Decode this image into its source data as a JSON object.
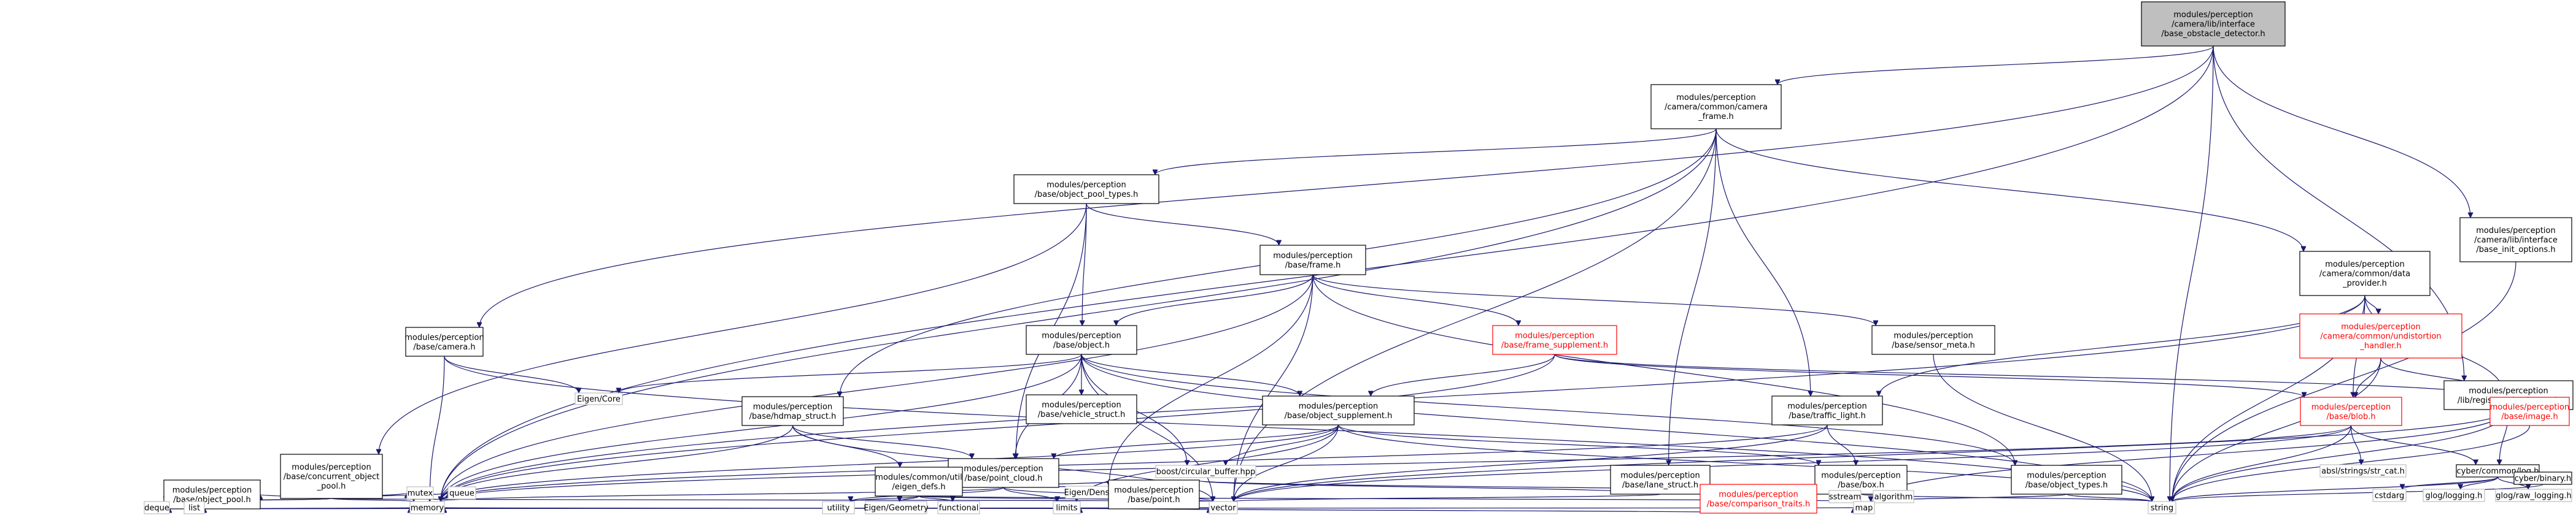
{
  "nodes": [
    {
      "id": "root",
      "lines": [
        "modules/perception",
        "/camera/lib/interface",
        "/base_obstacle_detector.h"
      ],
      "style": "root"
    },
    {
      "id": "camframe",
      "lines": [
        "modules/perception",
        "/camera/common/camera",
        "_frame.h"
      ],
      "style": "normal"
    },
    {
      "id": "initopt",
      "lines": [
        "modules/perception",
        "/camera/lib/interface",
        "/base_init_options.h"
      ],
      "style": "normal"
    },
    {
      "id": "poolt",
      "lines": [
        "modules/perception",
        "/base/object_pool_types.h"
      ],
      "style": "normal"
    },
    {
      "id": "frame",
      "lines": [
        "modules/perception",
        "/base/frame.h"
      ],
      "style": "normal"
    },
    {
      "id": "dataprov",
      "lines": [
        "modules/perception",
        "/camera/common/data",
        "_provider.h"
      ],
      "style": "normal"
    },
    {
      "id": "camera",
      "lines": [
        "modules/perception",
        "/base/camera.h"
      ],
      "style": "normal"
    },
    {
      "id": "object",
      "lines": [
        "modules/perception",
        "/base/object.h"
      ],
      "style": "normal"
    },
    {
      "id": "framesup",
      "lines": [
        "modules/perception",
        "/base/frame_supplement.h"
      ],
      "style": "red"
    },
    {
      "id": "sensormeta",
      "lines": [
        "modules/perception",
        "/base/sensor_meta.h"
      ],
      "style": "normal"
    },
    {
      "id": "undist",
      "lines": [
        "modules/perception",
        "/camera/common/undistortion",
        "_handler.h"
      ],
      "style": "red"
    },
    {
      "id": "registerer",
      "lines": [
        "modules/perception",
        "/lib/registerer/registerer.h"
      ],
      "style": "normal"
    },
    {
      "id": "eigencore",
      "lines": [
        "Eigen/Core"
      ],
      "style": "gray"
    },
    {
      "id": "vehicle",
      "lines": [
        "modules/perception",
        "/base/vehicle_struct.h"
      ],
      "style": "normal"
    },
    {
      "id": "objsup",
      "lines": [
        "modules/perception",
        "/base/object_supplement.h"
      ],
      "style": "normal"
    },
    {
      "id": "hdmap",
      "lines": [
        "modules/perception",
        "/base/hdmap_struct.h"
      ],
      "style": "normal"
    },
    {
      "id": "traffic",
      "lines": [
        "modules/perception",
        "/base/traffic_light.h"
      ],
      "style": "normal"
    },
    {
      "id": "blob",
      "lines": [
        "modules/perception",
        "/base/blob.h"
      ],
      "style": "red"
    },
    {
      "id": "image",
      "lines": [
        "modules/perception",
        "/base/image.h"
      ],
      "style": "red"
    },
    {
      "id": "concpool",
      "lines": [
        "modules/perception",
        "/base/concurrent_object",
        "_pool.h"
      ],
      "style": "normal"
    },
    {
      "id": "pointcloud",
      "lines": [
        "modules/perception",
        "/base/point_cloud.h"
      ],
      "style": "normal"
    },
    {
      "id": "circbuf",
      "lines": [
        "boost/circular_buffer.hpp"
      ],
      "style": "gray"
    },
    {
      "id": "lane",
      "lines": [
        "modules/perception",
        "/base/lane_struct.h"
      ],
      "style": "normal"
    },
    {
      "id": "box",
      "lines": [
        "modules/perception",
        "/base/box.h"
      ],
      "style": "normal"
    },
    {
      "id": "objtypes",
      "lines": [
        "modules/perception",
        "/base/object_types.h"
      ],
      "style": "normal"
    },
    {
      "id": "strcat",
      "lines": [
        "absl/strings/str_cat.h"
      ],
      "style": "gray"
    },
    {
      "id": "log",
      "lines": [
        "cyber/common/log.h"
      ],
      "style": "normal"
    },
    {
      "id": "objpool",
      "lines": [
        "modules/perception",
        "/base/object_pool.h"
      ],
      "style": "normal"
    },
    {
      "id": "mutex",
      "lines": [
        "mutex"
      ],
      "style": "gray"
    },
    {
      "id": "queue",
      "lines": [
        "queue"
      ],
      "style": "gray"
    },
    {
      "id": "eigendefs",
      "lines": [
        "modules/common/util",
        "/eigen_defs.h"
      ],
      "style": "normal"
    },
    {
      "id": "eigendense",
      "lines": [
        "Eigen/Dense"
      ],
      "style": "gray"
    },
    {
      "id": "point",
      "lines": [
        "modules/perception",
        "/base/point.h"
      ],
      "style": "normal"
    },
    {
      "id": "comptraits",
      "lines": [
        "modules/perception",
        "/base/comparison_traits.h"
      ],
      "style": "red"
    },
    {
      "id": "sstream",
      "lines": [
        "sstream"
      ],
      "style": "gray"
    },
    {
      "id": "algorithm",
      "lines": [
        "algorithm"
      ],
      "style": "gray"
    },
    {
      "id": "cstdarg",
      "lines": [
        "cstdarg"
      ],
      "style": "gray"
    },
    {
      "id": "gloglog",
      "lines": [
        "glog/logging.h"
      ],
      "style": "gray"
    },
    {
      "id": "glograw",
      "lines": [
        "glog/raw_logging.h"
      ],
      "style": "gray"
    },
    {
      "id": "binary",
      "lines": [
        "cyber/binary.h"
      ],
      "style": "normal"
    },
    {
      "id": "deque",
      "lines": [
        "deque"
      ],
      "style": "gray"
    },
    {
      "id": "list",
      "lines": [
        "list"
      ],
      "style": "gray"
    },
    {
      "id": "memory",
      "lines": [
        "memory"
      ],
      "style": "gray"
    },
    {
      "id": "utility",
      "lines": [
        "utility"
      ],
      "style": "gray"
    },
    {
      "id": "eigengeo",
      "lines": [
        "Eigen/Geometry"
      ],
      "style": "gray"
    },
    {
      "id": "functional",
      "lines": [
        "functional"
      ],
      "style": "gray"
    },
    {
      "id": "limits",
      "lines": [
        "limits"
      ],
      "style": "gray"
    },
    {
      "id": "vector",
      "lines": [
        "vector"
      ],
      "style": "gray"
    },
    {
      "id": "map",
      "lines": [
        "map"
      ],
      "style": "gray"
    },
    {
      "id": "string",
      "lines": [
        "string"
      ],
      "style": "gray"
    }
  ],
  "edges": [
    [
      "root",
      "camframe"
    ],
    [
      "root",
      "initopt"
    ],
    [
      "root",
      "camera"
    ],
    [
      "root",
      "registerer"
    ],
    [
      "root",
      "memory"
    ],
    [
      "root",
      "string"
    ],
    [
      "initopt",
      "string"
    ],
    [
      "camframe",
      "poolt"
    ],
    [
      "camframe",
      "dataprov"
    ],
    [
      "camframe",
      "hdmap"
    ],
    [
      "camframe",
      "traffic"
    ],
    [
      "camframe",
      "lane"
    ],
    [
      "camframe",
      "memory"
    ],
    [
      "camframe",
      "vector"
    ],
    [
      "poolt",
      "concpool"
    ],
    [
      "poolt",
      "frame"
    ],
    [
      "poolt",
      "object"
    ],
    [
      "poolt",
      "pointcloud"
    ],
    [
      "frame",
      "object"
    ],
    [
      "frame",
      "framesup"
    ],
    [
      "frame",
      "sensormeta"
    ],
    [
      "frame",
      "objtypes"
    ],
    [
      "frame",
      "memory"
    ],
    [
      "frame",
      "vector"
    ],
    [
      "frame",
      "eigendense"
    ],
    [
      "dataprov",
      "undist"
    ],
    [
      "dataprov",
      "blob"
    ],
    [
      "dataprov",
      "image"
    ],
    [
      "dataprov",
      "traffic"
    ],
    [
      "dataprov",
      "memory"
    ],
    [
      "dataprov",
      "string"
    ],
    [
      "camera",
      "eigencore"
    ],
    [
      "camera",
      "memory"
    ],
    [
      "camera",
      "string"
    ],
    [
      "object",
      "eigencore"
    ],
    [
      "object",
      "vehicle"
    ],
    [
      "object",
      "objsup"
    ],
    [
      "object",
      "objtypes"
    ],
    [
      "object",
      "pointcloud"
    ],
    [
      "object",
      "circbuf"
    ],
    [
      "object",
      "memory"
    ],
    [
      "object",
      "string"
    ],
    [
      "object",
      "vector"
    ],
    [
      "framesup",
      "blob"
    ],
    [
      "framesup",
      "image"
    ],
    [
      "framesup",
      "memory"
    ],
    [
      "framesup",
      "objsup"
    ],
    [
      "sensormeta",
      "string"
    ],
    [
      "undist",
      "blob"
    ],
    [
      "undist",
      "image"
    ],
    [
      "undist",
      "string"
    ],
    [
      "registerer",
      "log"
    ],
    [
      "registerer",
      "map"
    ],
    [
      "registerer",
      "string"
    ],
    [
      "registerer",
      "vector"
    ],
    [
      "objsup",
      "pointcloud"
    ],
    [
      "objsup",
      "box"
    ],
    [
      "objsup",
      "circbuf"
    ],
    [
      "objsup",
      "memory"
    ],
    [
      "objsup",
      "limits"
    ],
    [
      "objsup",
      "string"
    ],
    [
      "objsup",
      "vector"
    ],
    [
      "hdmap",
      "pointcloud"
    ],
    [
      "hdmap",
      "eigendefs"
    ],
    [
      "hdmap",
      "memory"
    ],
    [
      "hdmap",
      "vector"
    ],
    [
      "traffic",
      "box"
    ],
    [
      "traffic",
      "memory"
    ],
    [
      "traffic",
      "vector"
    ],
    [
      "blob",
      "strcat"
    ],
    [
      "blob",
      "log"
    ],
    [
      "blob",
      "string"
    ],
    [
      "blob",
      "vector"
    ],
    [
      "blob",
      "memory"
    ],
    [
      "image",
      "string"
    ],
    [
      "concpool",
      "objpool"
    ],
    [
      "concpool",
      "mutex"
    ],
    [
      "concpool",
      "queue"
    ],
    [
      "concpool",
      "deque"
    ],
    [
      "concpool",
      "list"
    ],
    [
      "concpool",
      "memory"
    ],
    [
      "concpool",
      "vector"
    ],
    [
      "objpool",
      "deque"
    ],
    [
      "objpool",
      "list"
    ],
    [
      "objpool",
      "memory"
    ],
    [
      "objpool",
      "vector"
    ],
    [
      "objpool",
      "map"
    ],
    [
      "pointcloud",
      "eigendefs"
    ],
    [
      "pointcloud",
      "point"
    ],
    [
      "pointcloud",
      "eigendense"
    ],
    [
      "pointcloud",
      "memory"
    ],
    [
      "pointcloud",
      "limits"
    ],
    [
      "pointcloud",
      "vector"
    ],
    [
      "pointcloud",
      "utility"
    ],
    [
      "lane",
      "point"
    ],
    [
      "lane",
      "vector"
    ],
    [
      "box",
      "point"
    ],
    [
      "box",
      "comptraits"
    ],
    [
      "box",
      "sstream"
    ],
    [
      "box",
      "algorithm"
    ],
    [
      "box",
      "string"
    ],
    [
      "objtypes",
      "map"
    ],
    [
      "objtypes",
      "string"
    ],
    [
      "log",
      "cstdarg"
    ],
    [
      "log",
      "gloglog"
    ],
    [
      "log",
      "glograw"
    ],
    [
      "log",
      "binary"
    ],
    [
      "log",
      "string"
    ],
    [
      "binary",
      "string"
    ],
    [
      "eigendefs",
      "utility"
    ],
    [
      "eigendefs",
      "eigengeo"
    ],
    [
      "eigendefs",
      "functional"
    ],
    [
      "eigendefs",
      "map"
    ],
    [
      "eigendefs",
      "vector"
    ],
    [
      "point",
      "memory"
    ],
    [
      "point",
      "vector"
    ],
    [
      "comptraits",
      "limits"
    ]
  ],
  "colors": {
    "edge": "#191970",
    "text_normal": "#000000",
    "text_red": "#ff0000",
    "text_gray": "#000000",
    "box_normal_stroke": "#000000",
    "box_red_stroke": "#ff0000",
    "box_gray_stroke": "#bfbfbf",
    "root_fill": "#bfbfbf",
    "box_fill": "#ffffff"
  }
}
